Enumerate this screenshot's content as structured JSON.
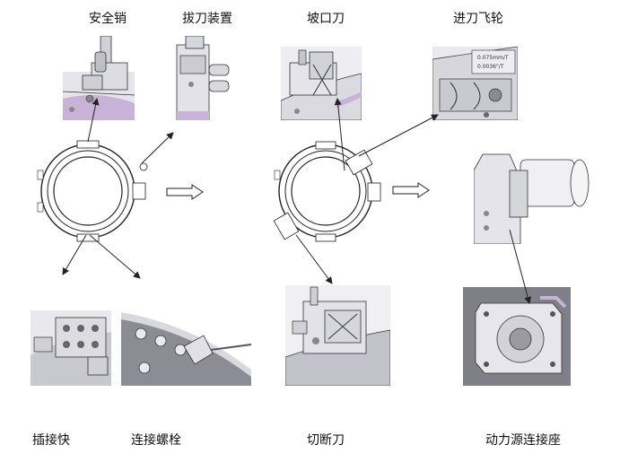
{
  "labels": {
    "safety_pin": "安全销",
    "tool_pull": "拔刀装置",
    "bevel_tool": "坡口刀",
    "feed_wheel": "进刀飞轮",
    "quick_plug": "插接快",
    "connect_bolt": "连接螺栓",
    "cut_tool": "切断刀",
    "power_connect": "动力源连接座"
  },
  "wheel_text": [
    "0.075mm/T",
    "0.0036\"/T"
  ],
  "colors": {
    "line": "#333333",
    "steel": "#d9d9de",
    "dark": "#8a8a92",
    "ring": "#bdbdc5",
    "accent": "#c8b2d8"
  }
}
